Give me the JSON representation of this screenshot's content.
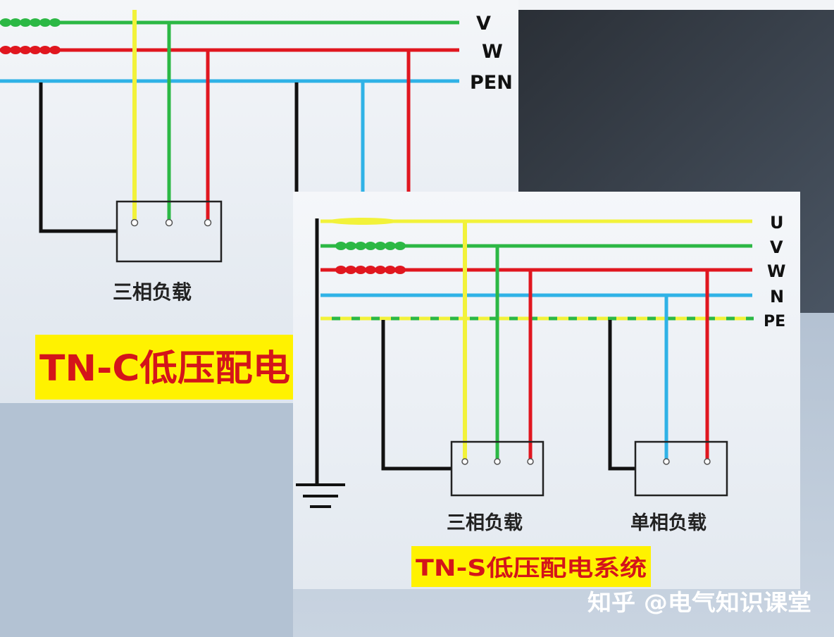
{
  "tnc": {
    "title": "TN-C低压配电",
    "load_label": "三相负载",
    "wire_labels": [
      "V",
      "W",
      "PEN"
    ]
  },
  "tns": {
    "title": "TN-S低压配电系统",
    "load3_label": "三相负载",
    "load1_label": "单相负载",
    "wire_labels": [
      "U",
      "V",
      "W",
      "N",
      "PE"
    ]
  },
  "watermark": "知乎 @电气知识课堂",
  "colors": {
    "phase_u": "#f2f23a",
    "phase_v": "#2cb845",
    "phase_w": "#e0161f",
    "neutral": "#2fb2e6",
    "ground": "#111111",
    "title_bg": "#fff200",
    "title_text": "#d4141a"
  }
}
